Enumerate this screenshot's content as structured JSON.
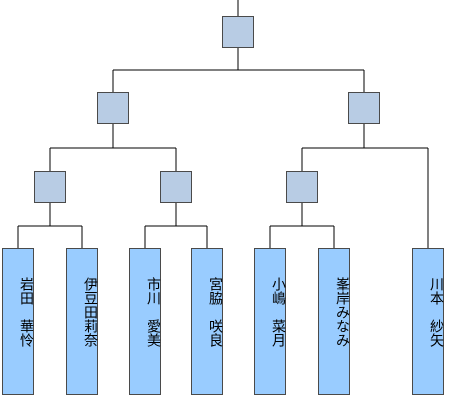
{
  "players": [
    "岩田　華怜",
    "伊豆田莉奈",
    "市川　愛美",
    "宮脇　咲良",
    "小嶋　菜月",
    "峯岸みなみ",
    "川本　紗矢"
  ]
}
